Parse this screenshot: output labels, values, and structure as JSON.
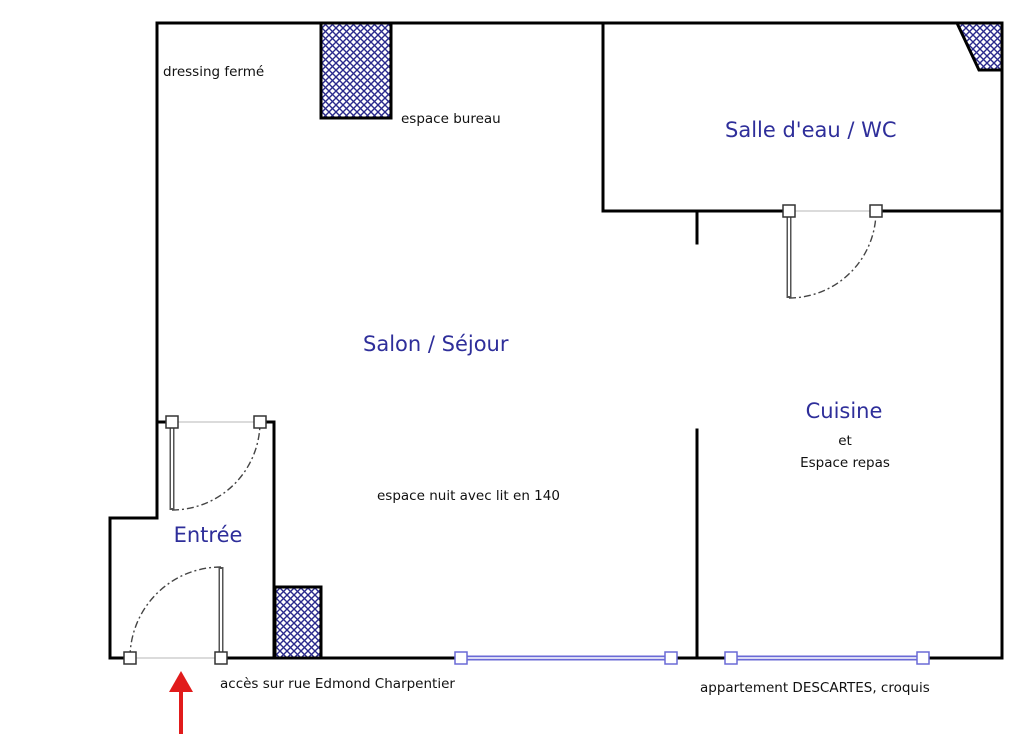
{
  "rooms": {
    "salon": "Salon / Séjour",
    "salle_eau": "Salle d'eau / WC",
    "cuisine": "Cuisine",
    "entree": "Entrée"
  },
  "annotations": {
    "dressing": "dressing fermé",
    "bureau": "espace bureau",
    "cuisine_et": "et",
    "espace_repas": "Espace repas",
    "espace_nuit": "espace nuit avec lit en 140",
    "acces": "accès sur rue Edmond Charpentier",
    "credit": "appartement DESCARTES, croquis"
  },
  "colors": {
    "room_label": "#2e2e9a",
    "hatch": "#2a2a8c",
    "window": "#6a6ad6",
    "arrow": "#e11b1b"
  }
}
